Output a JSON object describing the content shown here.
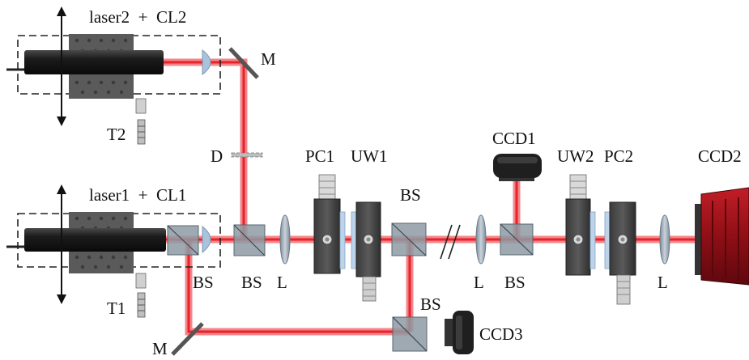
{
  "labels": {
    "laser2_cl2": "laser2  +  CL2",
    "laser1_cl1": "laser1  +  CL1",
    "mirror_top": "M",
    "mirror_bottom": "M",
    "diaphragm": "D",
    "t2": "T2",
    "t1": "T1",
    "pc1": "PC1",
    "uw1": "UW1",
    "bs_top": "BS",
    "ccd1": "CCD1",
    "uw2": "UW2",
    "pc2": "PC2",
    "ccd2": "CCD2",
    "bs_left1": "BS",
    "bs_left2": "BS",
    "lens_1": "L",
    "lens_2": "L",
    "bs_right": "BS",
    "lens_3": "L",
    "bs_bottom": "BS",
    "ccd3": "CCD3"
  },
  "colors": {
    "beam": "#e8222a",
    "housing": "#3a3a3a",
    "camera_red": "#a8141c",
    "lens_blue": "#a9c3dd"
  }
}
